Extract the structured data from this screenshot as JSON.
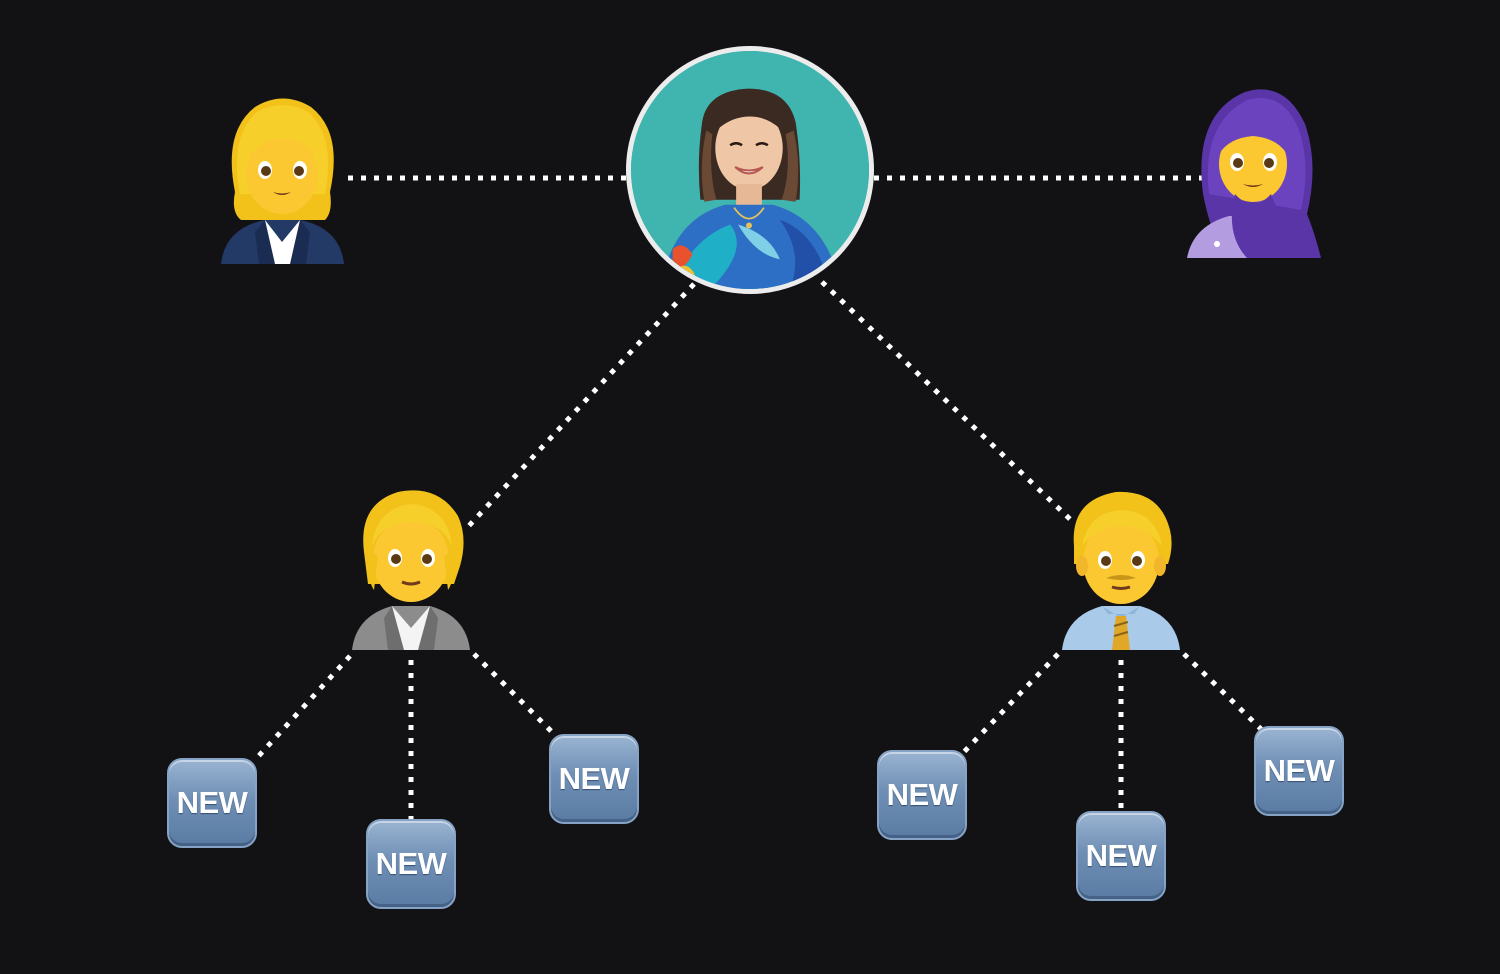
{
  "diagram": {
    "center": {
      "icon": "woman-portrait-photo"
    },
    "peers": [
      {
        "icon": "woman-office-worker-emoji"
      },
      {
        "icon": "woman-with-headscarf-emoji"
      }
    ],
    "children": [
      {
        "icon": "person-office-worker-emoji"
      },
      {
        "icon": "man-office-worker-emoji"
      }
    ],
    "badges": [
      {
        "label": "NEW"
      },
      {
        "label": "NEW"
      },
      {
        "label": "NEW"
      },
      {
        "label": "NEW"
      },
      {
        "label": "NEW"
      },
      {
        "label": "NEW"
      }
    ]
  },
  "colors": {
    "background": "#121215",
    "connector": "#ffffff",
    "badge": "#6f8fb5"
  }
}
